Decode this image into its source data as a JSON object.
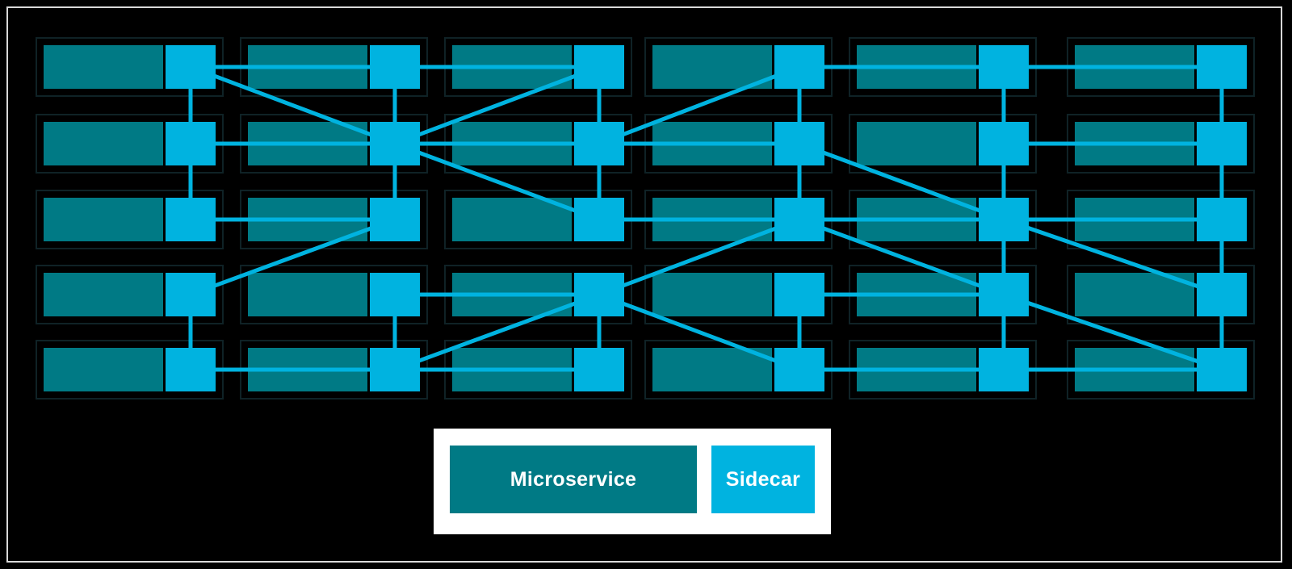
{
  "legend": {
    "microservice_label": "Microservice",
    "sidecar_label": "Sidecar"
  },
  "colors": {
    "background": "#000000",
    "frame": "#d8d8d8",
    "microservice": "#007a85",
    "sidecar": "#00b3e0",
    "connection": "#00b3e0",
    "cell_outline": "#0f2226",
    "legend_background": "#ffffff"
  },
  "mesh": {
    "rows": 5,
    "columns": 6,
    "connections": [
      [
        "0-0",
        "0-1"
      ],
      [
        "0-0",
        "1-0"
      ],
      [
        "0-0",
        "1-1"
      ],
      [
        "0-1",
        "0-2"
      ],
      [
        "0-1",
        "1-1"
      ],
      [
        "0-2",
        "1-1"
      ],
      [
        "0-2",
        "1-2"
      ],
      [
        "0-3",
        "0-4"
      ],
      [
        "0-3",
        "1-2"
      ],
      [
        "0-3",
        "1-3"
      ],
      [
        "0-4",
        "0-5"
      ],
      [
        "0-4",
        "1-4"
      ],
      [
        "0-5",
        "1-5"
      ],
      [
        "1-0",
        "1-1"
      ],
      [
        "1-0",
        "2-0"
      ],
      [
        "1-1",
        "1-2"
      ],
      [
        "1-1",
        "2-1"
      ],
      [
        "1-1",
        "2-2"
      ],
      [
        "1-2",
        "1-3"
      ],
      [
        "1-2",
        "2-2"
      ],
      [
        "1-3",
        "2-3"
      ],
      [
        "1-3",
        "2-4"
      ],
      [
        "1-4",
        "1-5"
      ],
      [
        "1-4",
        "2-4"
      ],
      [
        "1-5",
        "2-5"
      ],
      [
        "2-0",
        "2-1"
      ],
      [
        "2-1",
        "3-0"
      ],
      [
        "2-2",
        "2-3"
      ],
      [
        "2-3",
        "2-4"
      ],
      [
        "2-3",
        "3-2"
      ],
      [
        "2-3",
        "3-4"
      ],
      [
        "2-4",
        "2-5"
      ],
      [
        "2-4",
        "3-4"
      ],
      [
        "2-4",
        "3-5"
      ],
      [
        "2-5",
        "3-5"
      ],
      [
        "3-0",
        "4-0"
      ],
      [
        "3-1",
        "3-2"
      ],
      [
        "3-1",
        "4-1"
      ],
      [
        "3-2",
        "4-1"
      ],
      [
        "3-2",
        "4-2"
      ],
      [
        "3-2",
        "4-3"
      ],
      [
        "3-3",
        "3-4"
      ],
      [
        "3-3",
        "4-3"
      ],
      [
        "3-4",
        "4-4"
      ],
      [
        "3-4",
        "4-5"
      ],
      [
        "3-5",
        "4-5"
      ],
      [
        "4-0",
        "4-1"
      ],
      [
        "4-1",
        "4-2"
      ],
      [
        "4-3",
        "4-4"
      ],
      [
        "4-4",
        "4-5"
      ]
    ]
  }
}
